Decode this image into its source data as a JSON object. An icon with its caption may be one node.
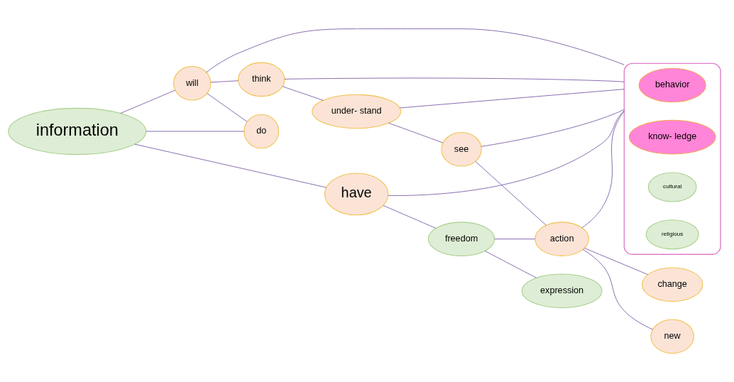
{
  "diagram": {
    "nodes": [
      {
        "text": [
          "information"
        ]
      },
      {
        "text": [
          "have"
        ]
      },
      {
        "text": [
          "freedom"
        ]
      },
      {
        "text": [
          "expression"
        ]
      },
      {
        "text": [
          "action"
        ]
      },
      {
        "text": [
          "change"
        ]
      },
      {
        "text": [
          "will"
        ]
      },
      {
        "text": [],
        "shape": "box"
      },
      {
        "text": [
          "behavior"
        ],
        "in": 7
      },
      {
        "text": [
          "know- ledge"
        ],
        "in": 7
      },
      {
        "text": [
          "cultural"
        ],
        "in": 7
      },
      {
        "text": [
          "religious"
        ],
        "in": 7
      },
      {
        "text": [
          "new"
        ]
      },
      {
        "text": [
          "do"
        ]
      },
      {
        "text": [
          "think"
        ]
      },
      {
        "text": [
          "under- stand"
        ]
      },
      {
        "text": [
          "see"
        ]
      }
    ],
    "edges": [
      {
        "from": 0,
        "to": 1,
        "arrow": "none"
      },
      {
        "from": 1,
        "to": 2,
        "arrow": "none"
      },
      {
        "from": 2,
        "to": 3,
        "arrow": "none"
      },
      {
        "from": 2,
        "to": 4,
        "arrow": "none"
      },
      {
        "from": 1,
        "to": 7,
        "arrow": "none"
      },
      {
        "from": 4,
        "to": 5,
        "arrow": "none"
      },
      {
        "from": 4,
        "to": 7,
        "arrow": "none"
      },
      {
        "from": 0,
        "to": 6,
        "arrow": "none"
      },
      {
        "from": 0,
        "to": 13,
        "arrow": "none"
      },
      {
        "from": 6,
        "to": 7,
        "arrow": "none"
      },
      {
        "from": 6,
        "to": 13,
        "arrow": "none"
      },
      {
        "from": 6,
        "to": 14,
        "arrow": "none"
      },
      {
        "from": 14,
        "to": 7,
        "arrow": "none"
      },
      {
        "from": 14,
        "to": 15,
        "arrow": "none"
      },
      {
        "from": 15,
        "to": 7,
        "arrow": "none"
      },
      {
        "from": 15,
        "to": 16,
        "arrow": "none"
      },
      {
        "from": 16,
        "to": 7,
        "arrow": "none"
      },
      {
        "from": 16,
        "to": 4,
        "arrow": "none"
      },
      {
        "from": 4,
        "to": 12,
        "arrow": "none"
      }
    ]
  }
}
